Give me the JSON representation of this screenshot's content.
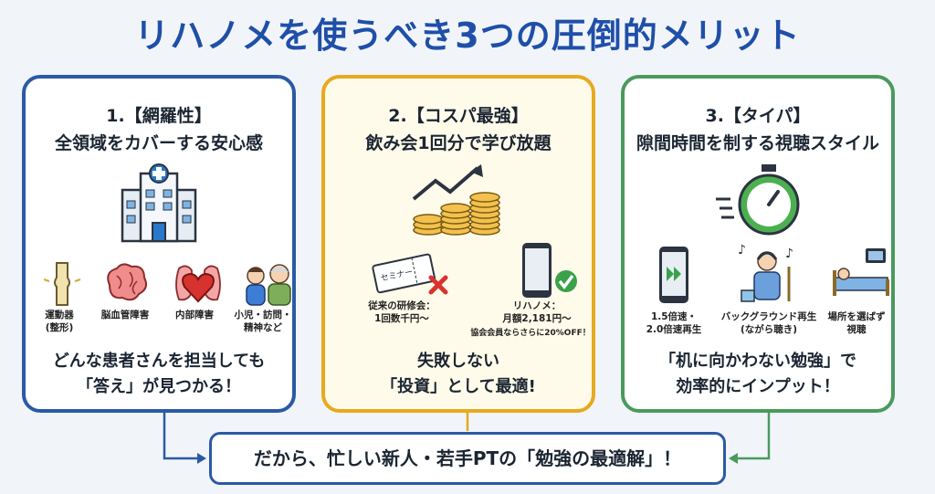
{
  "title": "リハノメを使うべき3つの圧倒的メリット",
  "cards": [
    {
      "heading": "1.【網羅性】",
      "subheading": "全領域をカバーする安心感",
      "hero_icon": "hospital-icon",
      "items": [
        {
          "icon": "knee-joint-icon",
          "label": "運動器\n(整形)"
        },
        {
          "icon": "brain-icon",
          "label": "脳血管障害"
        },
        {
          "icon": "heart-lungs-icon",
          "label": "内部障害"
        },
        {
          "icon": "child-elderly-icon",
          "label": "小児・訪問・\n精神など"
        }
      ],
      "bottom_line1": "どんな患者さんを担当しても",
      "bottom_line2": "「答え」が見つかる！",
      "accent": "#2a5aa6"
    },
    {
      "heading": "2.【コスパ最強】",
      "subheading": "飲み会1回分で学び放題",
      "hero_icon": "coins-growth-icon",
      "seminar_ticket_text": "セミナー",
      "items": [
        {
          "icon": "seminar-ticket-icon",
          "label": "従来の研修会：\n1回数千円〜"
        },
        {
          "icon": "smartphone-check-icon",
          "label": "リハノメ：\n月額2,181円〜"
        }
      ],
      "note": "協会会員ならさらに20%OFF！",
      "bottom_line1": "失敗しない",
      "bottom_line2": "「投資」として最適!",
      "accent": "#e7a91e"
    },
    {
      "heading": "3.【タイパ】",
      "subheading": "隙間時間を制する視聴スタイル",
      "hero_icon": "stopwatch-icon",
      "items": [
        {
          "icon": "fast-forward-phone-icon",
          "label": "1.5倍速・\n2.0倍速再生"
        },
        {
          "icon": "listening-cleaning-icon",
          "label": "バックグラウンド再生\n(ながら聴き)"
        },
        {
          "icon": "bed-tv-icon",
          "label": "場所を選ばず\n視聴"
        }
      ],
      "bottom_line1": "「机に向かわない勉強」で",
      "bottom_line2": "効率的にインプット！",
      "accent": "#4a9a5c"
    }
  ],
  "footer": "だから、忙しい新人・若手PTの「勉強の最適解」！"
}
